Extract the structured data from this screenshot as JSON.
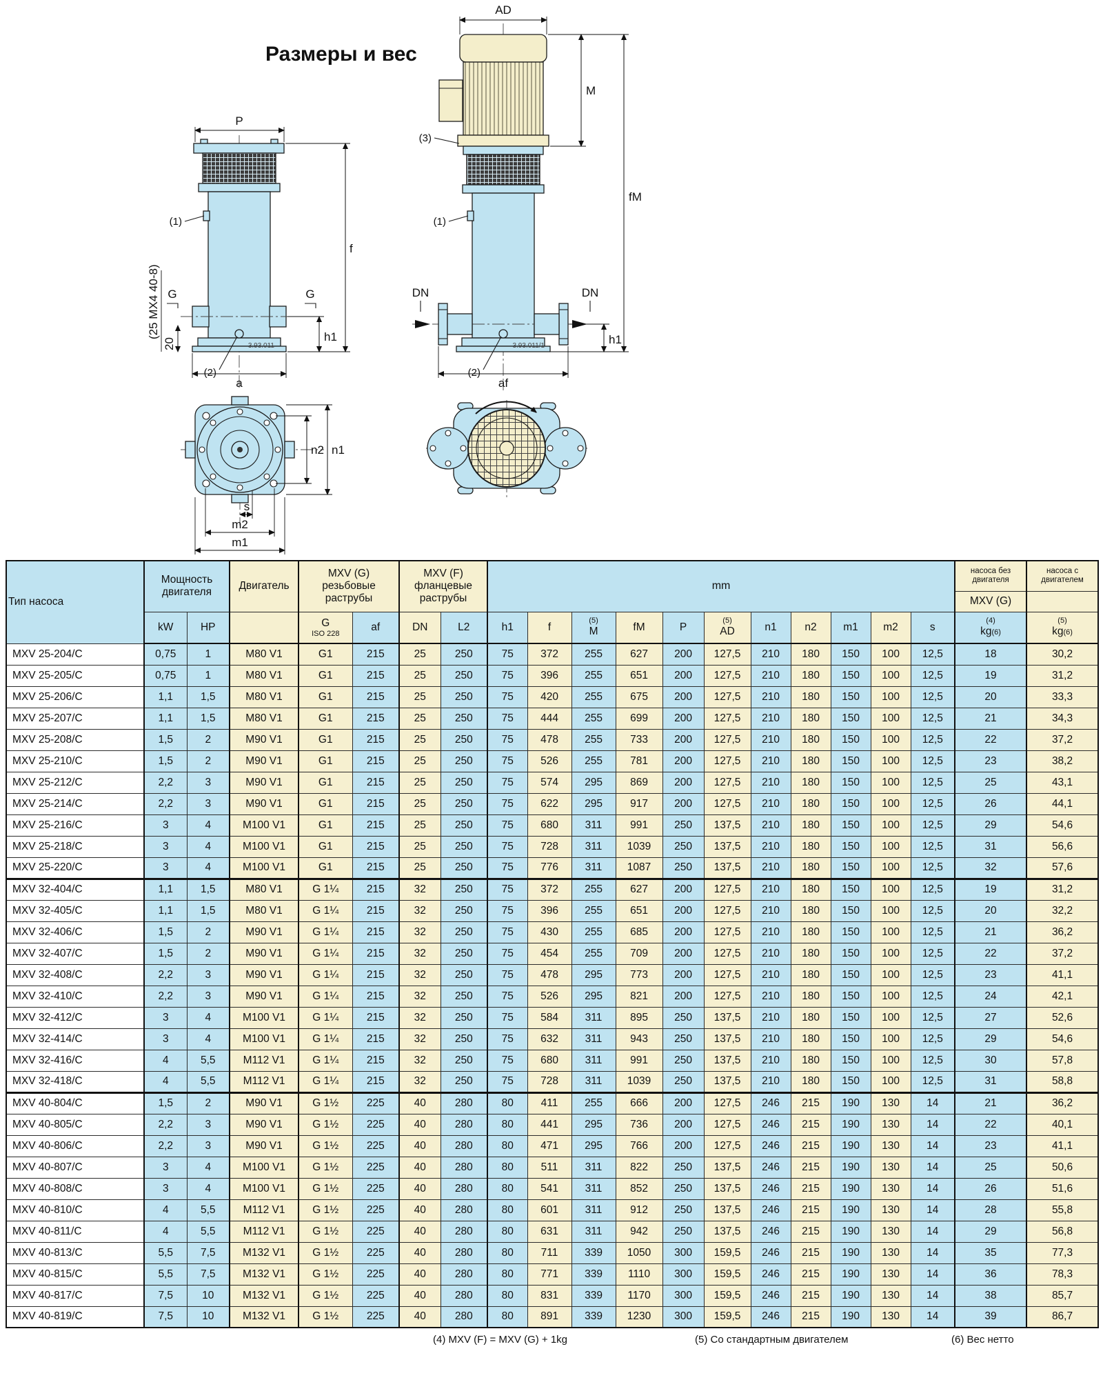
{
  "page": {
    "title": "Размеры и вес",
    "footnotes": {
      "n4": "(4) MXV (F) = MXV (G) + 1kg",
      "n5": "(5) Со стандартным двигателем",
      "n6": "(6) Вес нетто"
    }
  },
  "drawing": {
    "labels": {
      "p": "P",
      "f": "f",
      "g": "G",
      "h1": "h1",
      "a": "a",
      "note1": "(1)",
      "note2": "(2)",
      "note3": "(3)",
      "dim20": "20",
      "dim25": "(25  MX4  40-8)",
      "code_g": "3.93.011",
      "code_f": "3.93.011/1",
      "ad": "AD",
      "m": "M",
      "fm": "fM",
      "dn": "DN",
      "af": "af",
      "n1": "n1",
      "n2": "n2",
      "s": "s",
      "m1": "m1",
      "m2": "m2"
    }
  },
  "table": {
    "headers": {
      "type": "Тип насоса",
      "power_line1": "Мощность",
      "power_line2": "двигателя",
      "motor": "Двигатель",
      "mxvg_line1": "MXV (G)",
      "mxvg_line2": "резьбовые",
      "mxvg_line3": "раструбы",
      "mxvf_line1": "MXV (F)",
      "mxvf_line2": "фланцевые",
      "mxvf_line3": "раструбы",
      "mm": "mm",
      "no_motor_line1": "насоса без",
      "no_motor_line2": "двигателя",
      "no_motor_sub": "MXV (G)",
      "with_motor_line1": "насоса с",
      "with_motor_line2": "двигателем",
      "kw": "kW",
      "hp": "HP",
      "g": "G",
      "g_sub": "ISO 228",
      "af": "af",
      "dn": "DN",
      "l2": "L2",
      "h1": "h1",
      "f": "f",
      "m_note": "(5)",
      "m": "M",
      "fm": "fM",
      "p": "P",
      "ad_note": "(5)",
      "ad": "AD",
      "n1": "n1",
      "n2": "n2",
      "m1": "m1",
      "m2": "m2",
      "s": "s",
      "kg4_note": "(4)",
      "kg4": "kg",
      "kg4_sup": "(6)",
      "kg5_note": "(5)",
      "kg5": "kg",
      "kg5_sup": "(6)"
    },
    "groups": [
      [
        [
          "MXV 25-204/C",
          "0,75",
          "1",
          "M80 V1",
          "G1",
          "215",
          "25",
          "250",
          "75",
          "372",
          "255",
          "627",
          "200",
          "127,5",
          "210",
          "180",
          "150",
          "100",
          "12,5",
          "18",
          "30,2"
        ],
        [
          "MXV 25-205/C",
          "0,75",
          "1",
          "M80 V1",
          "G1",
          "215",
          "25",
          "250",
          "75",
          "396",
          "255",
          "651",
          "200",
          "127,5",
          "210",
          "180",
          "150",
          "100",
          "12,5",
          "19",
          "31,2"
        ],
        [
          "MXV 25-206/C",
          "1,1",
          "1,5",
          "M80 V1",
          "G1",
          "215",
          "25",
          "250",
          "75",
          "420",
          "255",
          "675",
          "200",
          "127,5",
          "210",
          "180",
          "150",
          "100",
          "12,5",
          "20",
          "33,3"
        ],
        [
          "MXV 25-207/C",
          "1,1",
          "1,5",
          "M80 V1",
          "G1",
          "215",
          "25",
          "250",
          "75",
          "444",
          "255",
          "699",
          "200",
          "127,5",
          "210",
          "180",
          "150",
          "100",
          "12,5",
          "21",
          "34,3"
        ],
        [
          "MXV 25-208/C",
          "1,5",
          "2",
          "M90 V1",
          "G1",
          "215",
          "25",
          "250",
          "75",
          "478",
          "255",
          "733",
          "200",
          "127,5",
          "210",
          "180",
          "150",
          "100",
          "12,5",
          "22",
          "37,2"
        ],
        [
          "MXV 25-210/C",
          "1,5",
          "2",
          "M90 V1",
          "G1",
          "215",
          "25",
          "250",
          "75",
          "526",
          "255",
          "781",
          "200",
          "127,5",
          "210",
          "180",
          "150",
          "100",
          "12,5",
          "23",
          "38,2"
        ],
        [
          "MXV 25-212/C",
          "2,2",
          "3",
          "M90 V1",
          "G1",
          "215",
          "25",
          "250",
          "75",
          "574",
          "295",
          "869",
          "200",
          "127,5",
          "210",
          "180",
          "150",
          "100",
          "12,5",
          "25",
          "43,1"
        ],
        [
          "MXV 25-214/C",
          "2,2",
          "3",
          "M90 V1",
          "G1",
          "215",
          "25",
          "250",
          "75",
          "622",
          "295",
          "917",
          "200",
          "127,5",
          "210",
          "180",
          "150",
          "100",
          "12,5",
          "26",
          "44,1"
        ],
        [
          "MXV 25-216/C",
          "3",
          "4",
          "M100 V1",
          "G1",
          "215",
          "25",
          "250",
          "75",
          "680",
          "311",
          "991",
          "250",
          "137,5",
          "210",
          "180",
          "150",
          "100",
          "12,5",
          "29",
          "54,6"
        ],
        [
          "MXV 25-218/C",
          "3",
          "4",
          "M100 V1",
          "G1",
          "215",
          "25",
          "250",
          "75",
          "728",
          "311",
          "1039",
          "250",
          "137,5",
          "210",
          "180",
          "150",
          "100",
          "12,5",
          "31",
          "56,6"
        ],
        [
          "MXV 25-220/C",
          "3",
          "4",
          "M100 V1",
          "G1",
          "215",
          "25",
          "250",
          "75",
          "776",
          "311",
          "1087",
          "250",
          "137,5",
          "210",
          "180",
          "150",
          "100",
          "12,5",
          "32",
          "57,6"
        ]
      ],
      [
        [
          "MXV 32-404/C",
          "1,1",
          "1,5",
          "M80 V1",
          "G 1¼",
          "215",
          "32",
          "250",
          "75",
          "372",
          "255",
          "627",
          "200",
          "127,5",
          "210",
          "180",
          "150",
          "100",
          "12,5",
          "19",
          "31,2"
        ],
        [
          "MXV 32-405/C",
          "1,1",
          "1,5",
          "M80 V1",
          "G 1¼",
          "215",
          "32",
          "250",
          "75",
          "396",
          "255",
          "651",
          "200",
          "127,5",
          "210",
          "180",
          "150",
          "100",
          "12,5",
          "20",
          "32,2"
        ],
        [
          "MXV 32-406/C",
          "1,5",
          "2",
          "M90 V1",
          "G 1¼",
          "215",
          "32",
          "250",
          "75",
          "430",
          "255",
          "685",
          "200",
          "127,5",
          "210",
          "180",
          "150",
          "100",
          "12,5",
          "21",
          "36,2"
        ],
        [
          "MXV 32-407/C",
          "1,5",
          "2",
          "M90 V1",
          "G 1¼",
          "215",
          "32",
          "250",
          "75",
          "454",
          "255",
          "709",
          "200",
          "127,5",
          "210",
          "180",
          "150",
          "100",
          "12,5",
          "22",
          "37,2"
        ],
        [
          "MXV 32-408/C",
          "2,2",
          "3",
          "M90 V1",
          "G 1¼",
          "215",
          "32",
          "250",
          "75",
          "478",
          "295",
          "773",
          "200",
          "127,5",
          "210",
          "180",
          "150",
          "100",
          "12,5",
          "23",
          "41,1"
        ],
        [
          "MXV 32-410/C",
          "2,2",
          "3",
          "M90 V1",
          "G 1¼",
          "215",
          "32",
          "250",
          "75",
          "526",
          "295",
          "821",
          "200",
          "127,5",
          "210",
          "180",
          "150",
          "100",
          "12,5",
          "24",
          "42,1"
        ],
        [
          "MXV 32-412/C",
          "3",
          "4",
          "M100 V1",
          "G 1¼",
          "215",
          "32",
          "250",
          "75",
          "584",
          "311",
          "895",
          "250",
          "137,5",
          "210",
          "180",
          "150",
          "100",
          "12,5",
          "27",
          "52,6"
        ],
        [
          "MXV 32-414/C",
          "3",
          "4",
          "M100 V1",
          "G 1¼",
          "215",
          "32",
          "250",
          "75",
          "632",
          "311",
          "943",
          "250",
          "137,5",
          "210",
          "180",
          "150",
          "100",
          "12,5",
          "29",
          "54,6"
        ],
        [
          "MXV 32-416/C",
          "4",
          "5,5",
          "M112 V1",
          "G 1¼",
          "215",
          "32",
          "250",
          "75",
          "680",
          "311",
          "991",
          "250",
          "137,5",
          "210",
          "180",
          "150",
          "100",
          "12,5",
          "30",
          "57,8"
        ],
        [
          "MXV 32-418/C",
          "4",
          "5,5",
          "M112 V1",
          "G 1¼",
          "215",
          "32",
          "250",
          "75",
          "728",
          "311",
          "1039",
          "250",
          "137,5",
          "210",
          "180",
          "150",
          "100",
          "12,5",
          "31",
          "58,8"
        ]
      ],
      [
        [
          "MXV 40-804/C",
          "1,5",
          "2",
          "M90 V1",
          "G 1½",
          "225",
          "40",
          "280",
          "80",
          "411",
          "255",
          "666",
          "200",
          "127,5",
          "246",
          "215",
          "190",
          "130",
          "14",
          "21",
          "36,2"
        ],
        [
          "MXV 40-805/C",
          "2,2",
          "3",
          "M90 V1",
          "G 1½",
          "225",
          "40",
          "280",
          "80",
          "441",
          "295",
          "736",
          "200",
          "127,5",
          "246",
          "215",
          "190",
          "130",
          "14",
          "22",
          "40,1"
        ],
        [
          "MXV 40-806/C",
          "2,2",
          "3",
          "M90 V1",
          "G 1½",
          "225",
          "40",
          "280",
          "80",
          "471",
          "295",
          "766",
          "200",
          "127,5",
          "246",
          "215",
          "190",
          "130",
          "14",
          "23",
          "41,1"
        ],
        [
          "MXV 40-807/C",
          "3",
          "4",
          "M100 V1",
          "G 1½",
          "225",
          "40",
          "280",
          "80",
          "511",
          "311",
          "822",
          "250",
          "137,5",
          "246",
          "215",
          "190",
          "130",
          "14",
          "25",
          "50,6"
        ],
        [
          "MXV 40-808/C",
          "3",
          "4",
          "M100 V1",
          "G 1½",
          "225",
          "40",
          "280",
          "80",
          "541",
          "311",
          "852",
          "250",
          "137,5",
          "246",
          "215",
          "190",
          "130",
          "14",
          "26",
          "51,6"
        ],
        [
          "MXV 40-810/C",
          "4",
          "5,5",
          "M112 V1",
          "G 1½",
          "225",
          "40",
          "280",
          "80",
          "601",
          "311",
          "912",
          "250",
          "137,5",
          "246",
          "215",
          "190",
          "130",
          "14",
          "28",
          "55,8"
        ],
        [
          "MXV 40-811/C",
          "4",
          "5,5",
          "M112 V1",
          "G 1½",
          "225",
          "40",
          "280",
          "80",
          "631",
          "311",
          "942",
          "250",
          "137,5",
          "246",
          "215",
          "190",
          "130",
          "14",
          "29",
          "56,8"
        ],
        [
          "MXV 40-813/C",
          "5,5",
          "7,5",
          "M132 V1",
          "G 1½",
          "225",
          "40",
          "280",
          "80",
          "711",
          "339",
          "1050",
          "300",
          "159,5",
          "246",
          "215",
          "190",
          "130",
          "14",
          "35",
          "77,3"
        ],
        [
          "MXV 40-815/C",
          "5,5",
          "7,5",
          "M132 V1",
          "G 1½",
          "225",
          "40",
          "280",
          "80",
          "771",
          "339",
          "1110",
          "300",
          "159,5",
          "246",
          "215",
          "190",
          "130",
          "14",
          "36",
          "78,3"
        ],
        [
          "MXV 40-817/C",
          "7,5",
          "10",
          "M132 V1",
          "G 1½",
          "225",
          "40",
          "280",
          "80",
          "831",
          "339",
          "1170",
          "300",
          "159,5",
          "246",
          "215",
          "190",
          "130",
          "14",
          "38",
          "85,7"
        ],
        [
          "MXV 40-819/C",
          "7,5",
          "10",
          "M132 V1",
          "G 1½",
          "225",
          "40",
          "280",
          "80",
          "891",
          "339",
          "1230",
          "300",
          "159,5",
          "246",
          "215",
          "190",
          "130",
          "14",
          "39",
          "86,7"
        ]
      ]
    ]
  }
}
